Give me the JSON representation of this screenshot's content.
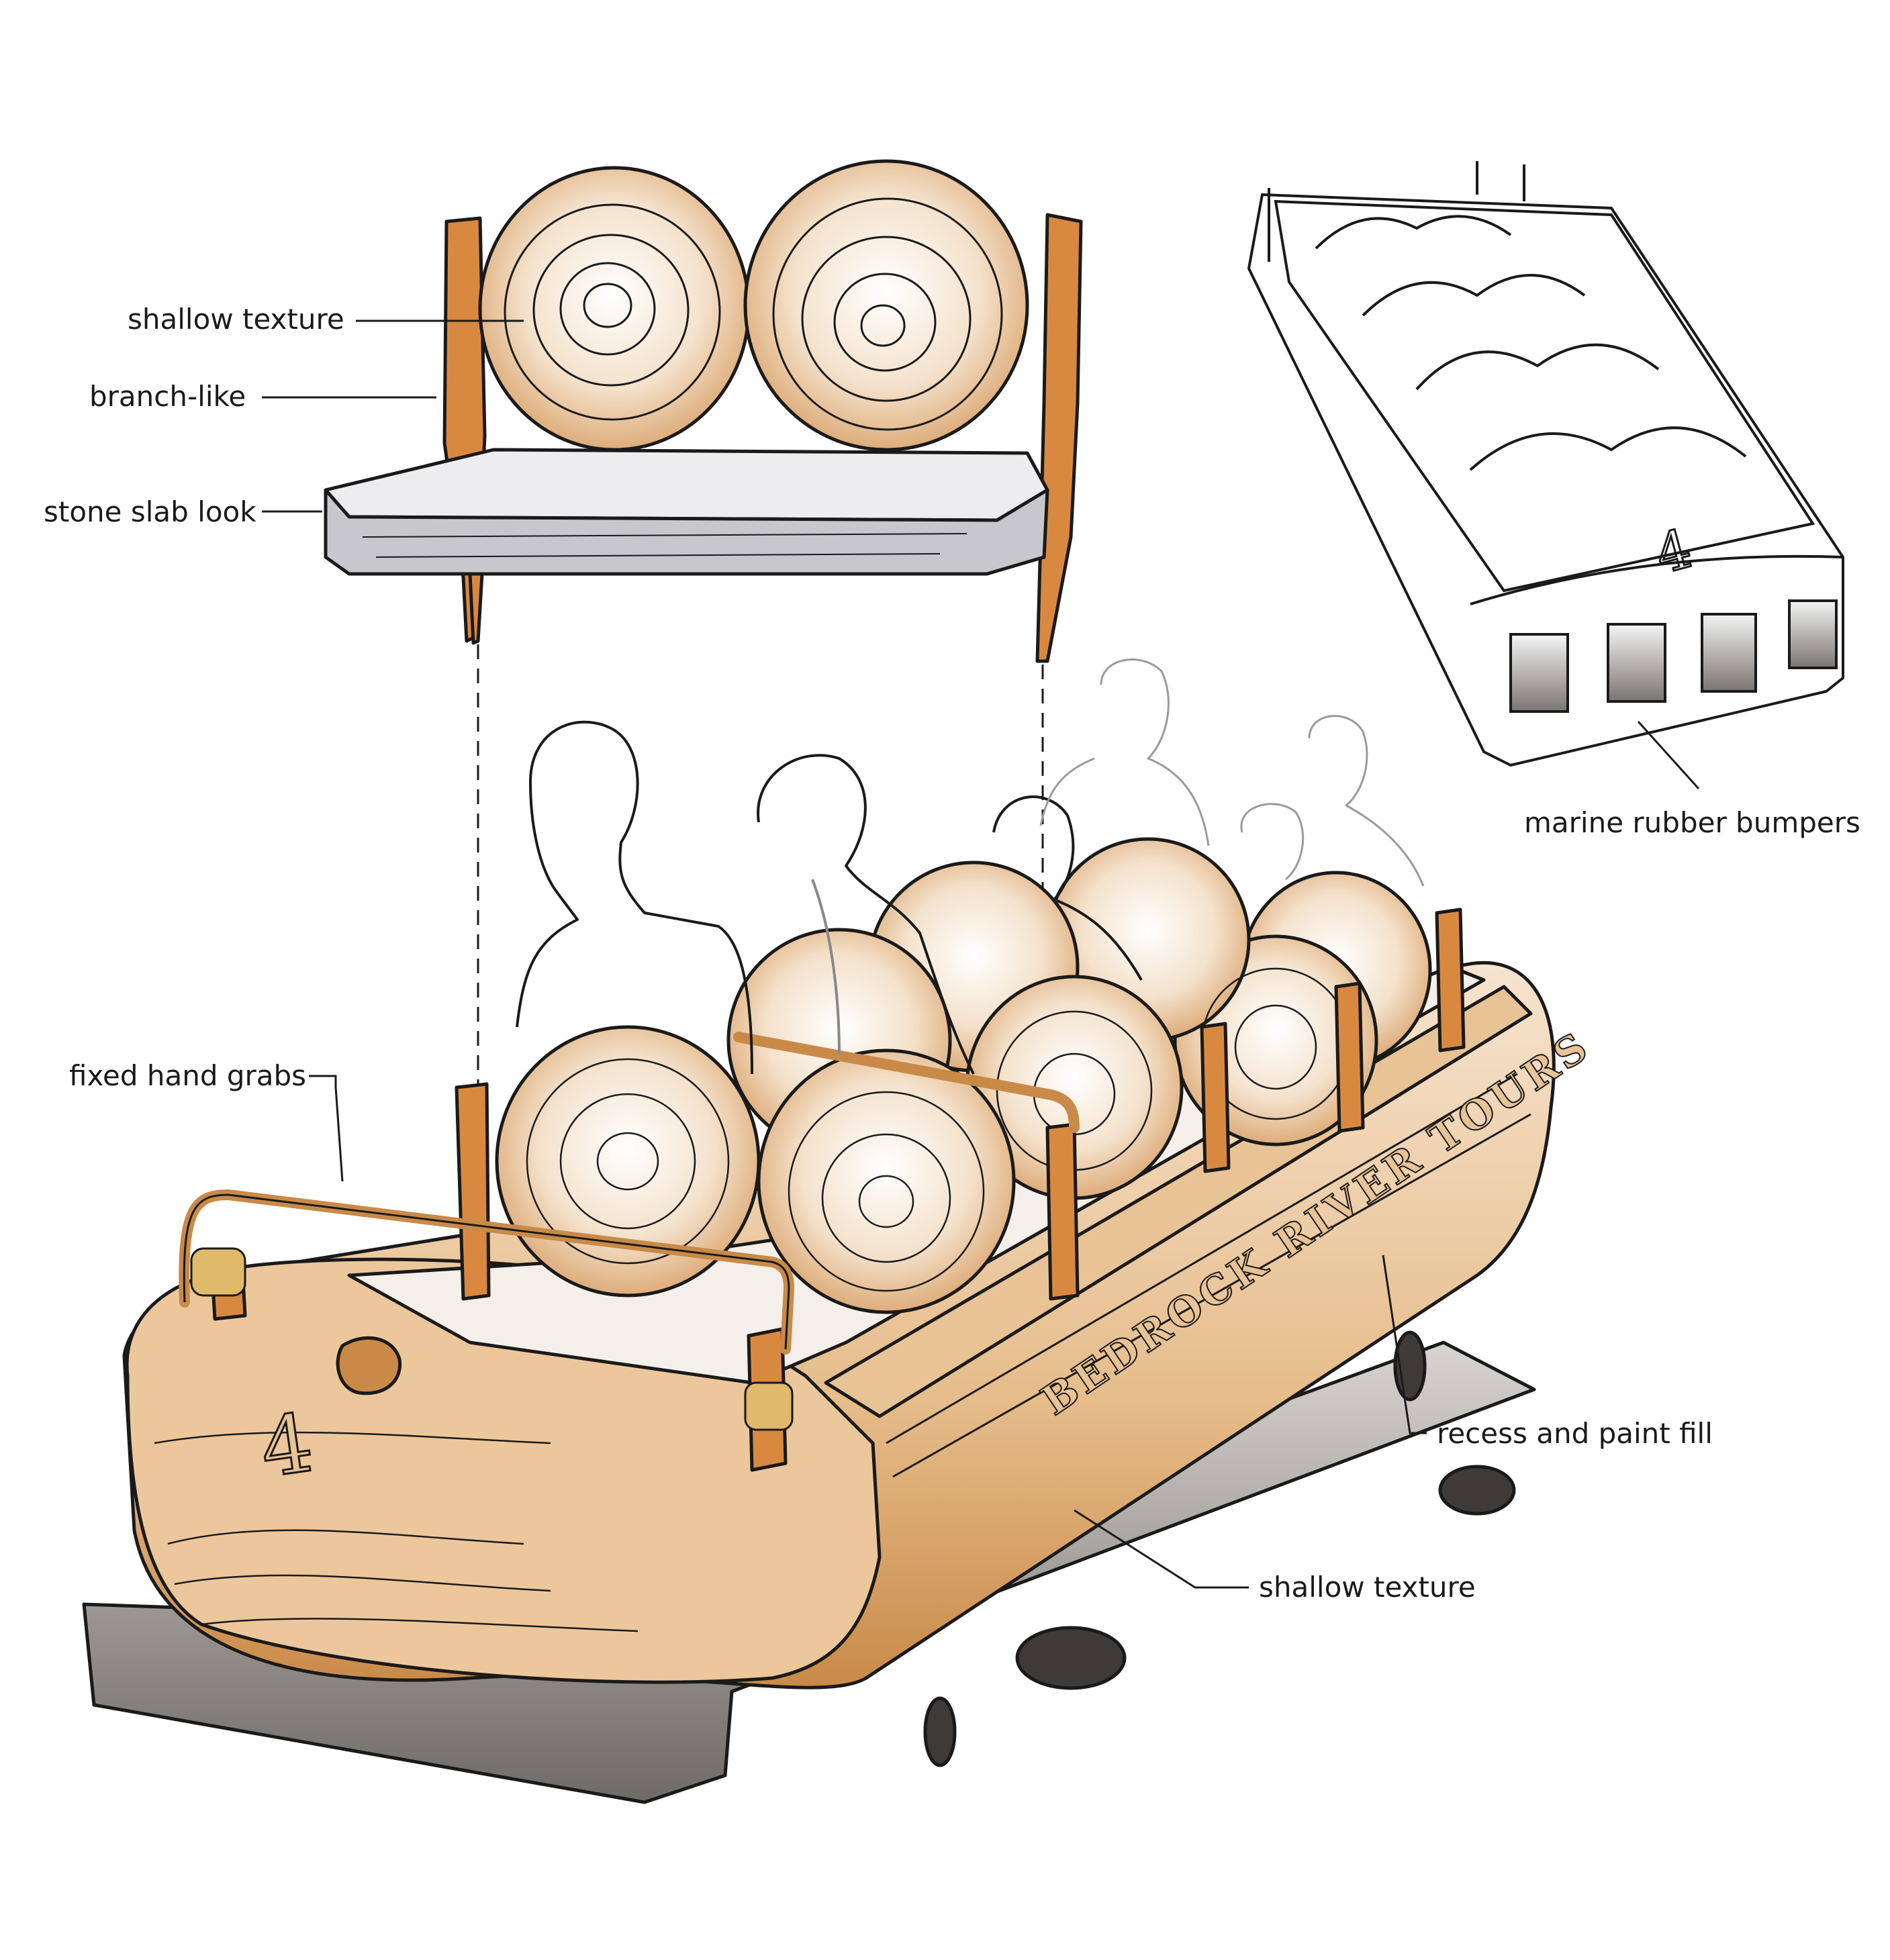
{
  "callouts": {
    "seat_shallow_texture": "shallow texture",
    "branch_like": "branch-like",
    "stone_slab_look": "stone slab look",
    "fixed_hand_grabs": "fixed hand grabs",
    "marine_rubber_bumpers": "marine rubber bumpers",
    "recess_and_paint_fill": "recess and paint fill",
    "hull_shallow_texture": "shallow texture"
  },
  "boat": {
    "hull_lettering": "BEDROCK RIVER TOURS",
    "number": "4"
  },
  "colors": {
    "wood": "#e2b47f",
    "wood_dark": "#c98a48",
    "branch": "#d9893f",
    "stone": "#dcdcde",
    "ink": "#1a1a1a",
    "shadow": "#8f8a86"
  }
}
